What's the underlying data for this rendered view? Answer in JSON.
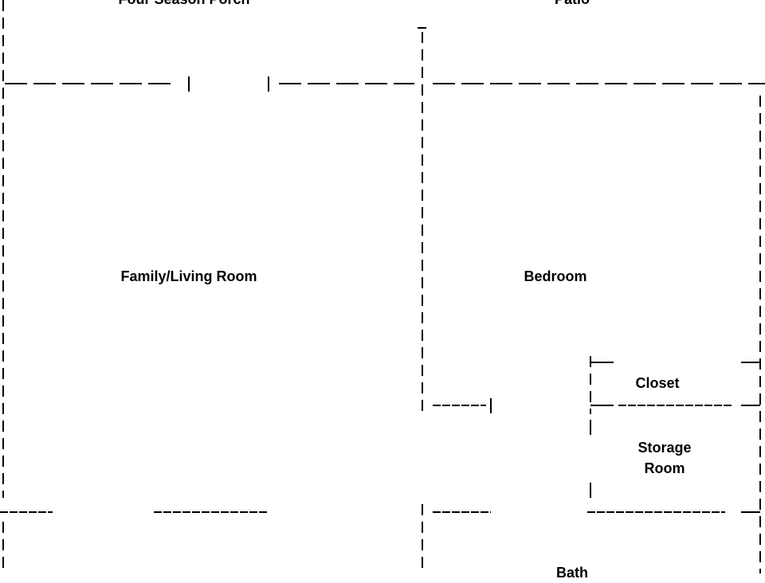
{
  "diagram": {
    "type": "floor-plan",
    "rooms": {
      "porch": "Four Season Porch",
      "patio": "Patio",
      "family_living": "Family/Living Room",
      "bedroom": "Bedroom",
      "closet": "Closet",
      "storage": "Storage Room",
      "bath": "Bath"
    },
    "line_color": "#000000",
    "background": "#ffffff"
  }
}
